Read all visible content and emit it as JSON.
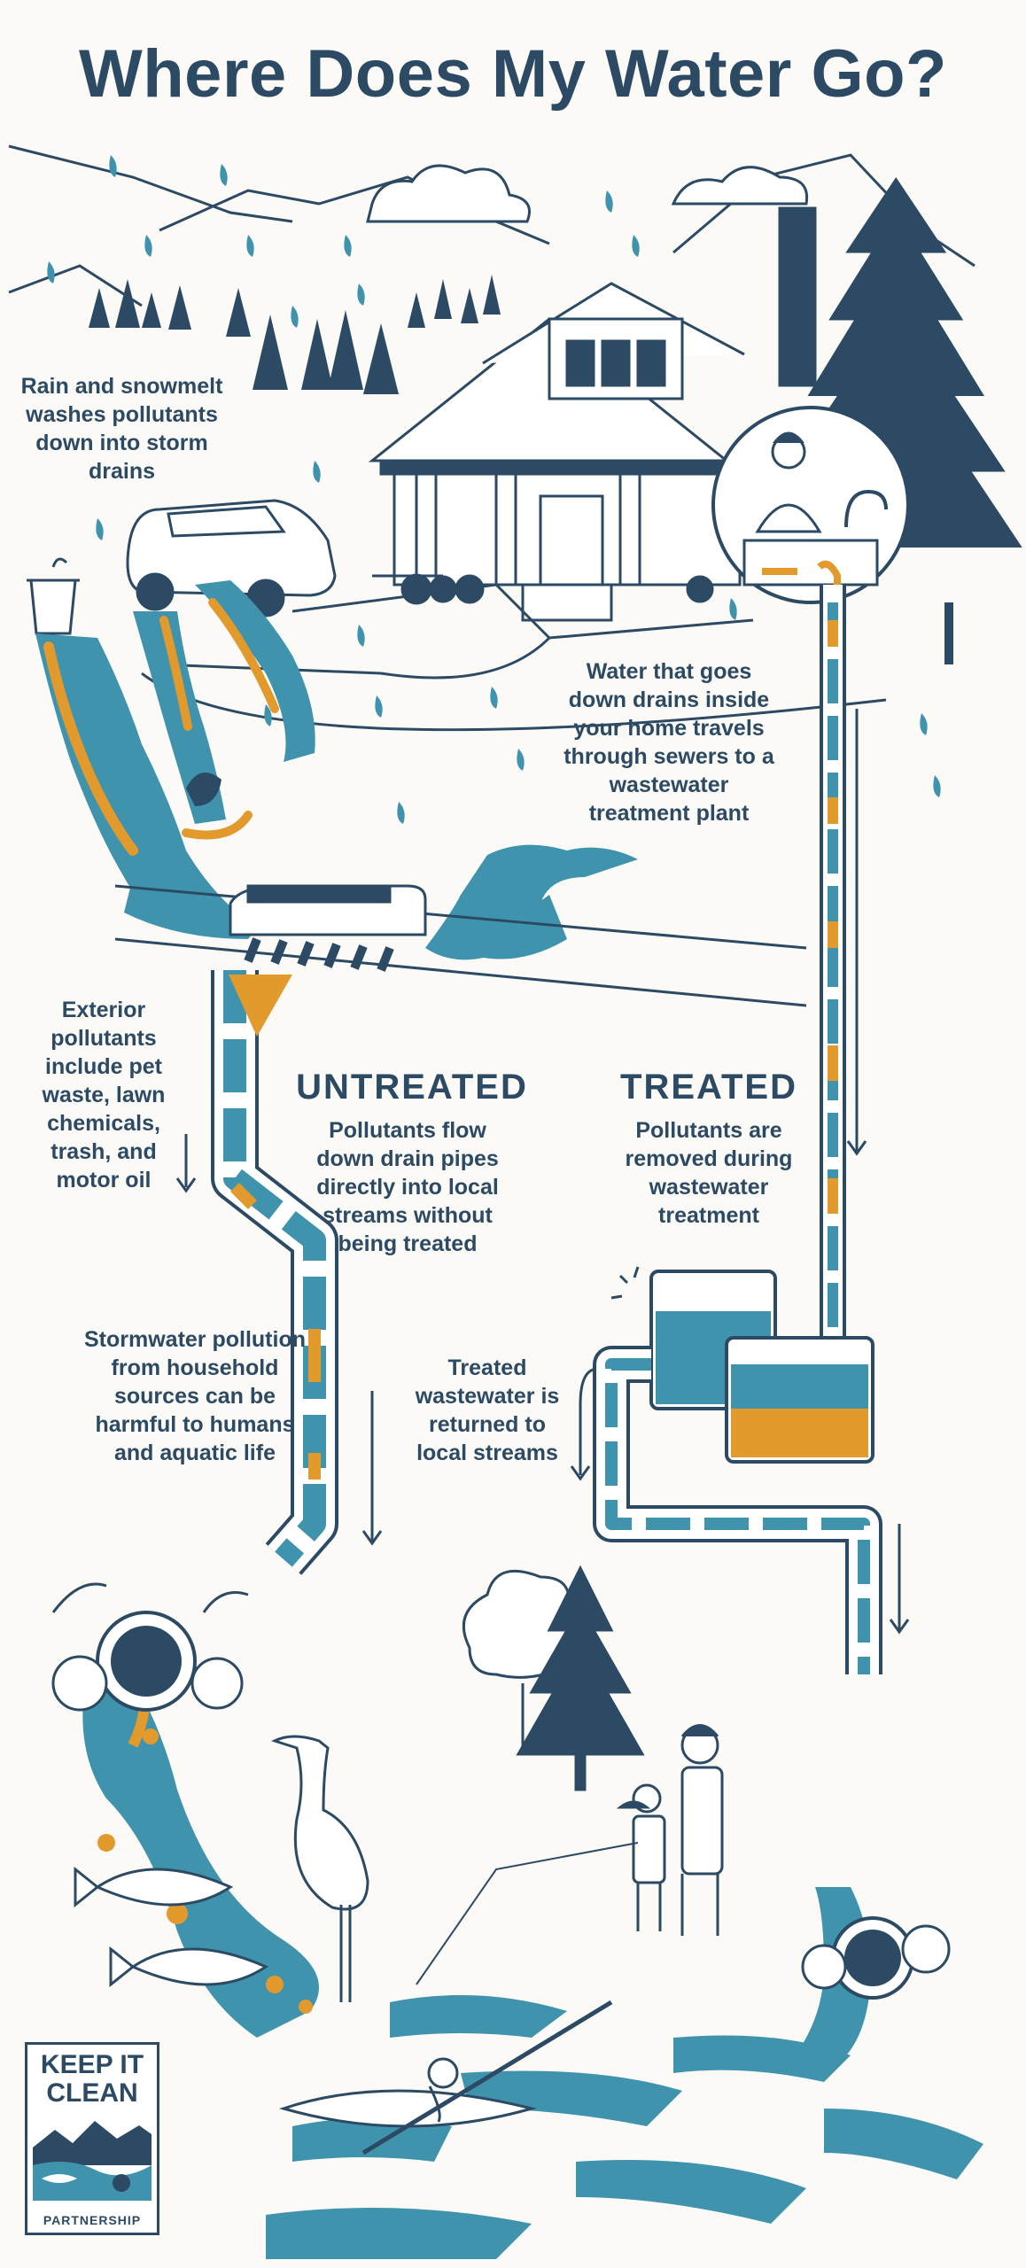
{
  "title": "Where Does My Water Go?",
  "notes": {
    "rain": "Rain and snowmelt washes pollutants down into storm drains",
    "drains": "Water that goes down drains inside your home travels through sewers to a wastewater treatment plant",
    "exterior": "Exterior pollutants include pet waste, lawn chemicals, trash, and motor oil",
    "stormwater": "Stormwater pollution from household sources can be harmful to humans and aquatic life",
    "treated_return": "Treated wastewater is returned to local streams"
  },
  "untreated": {
    "heading": "UNTREATED",
    "text": "Pollutants flow down drain pipes directly into local streams without being treated"
  },
  "treated": {
    "heading": "TREATED",
    "text": "Pollutants are removed during wastewater treatment"
  },
  "logo": {
    "line1": "KEEP IT",
    "line2": "CLEAN",
    "footer": "PARTNERSHIP"
  },
  "colors": {
    "ink": "#2c4a63",
    "water": "#3f93ad",
    "pollutant": "#e39a2c",
    "paper": "#fbfaf6"
  },
  "icons": [
    "raindrop-icon",
    "house-icon",
    "car-icon",
    "trash-can-icon",
    "storm-drain-icon",
    "pipe-icon",
    "treatment-tank-icon",
    "heron-icon",
    "fish-icon",
    "kayaker-icon",
    "pine-tree-icon"
  ]
}
